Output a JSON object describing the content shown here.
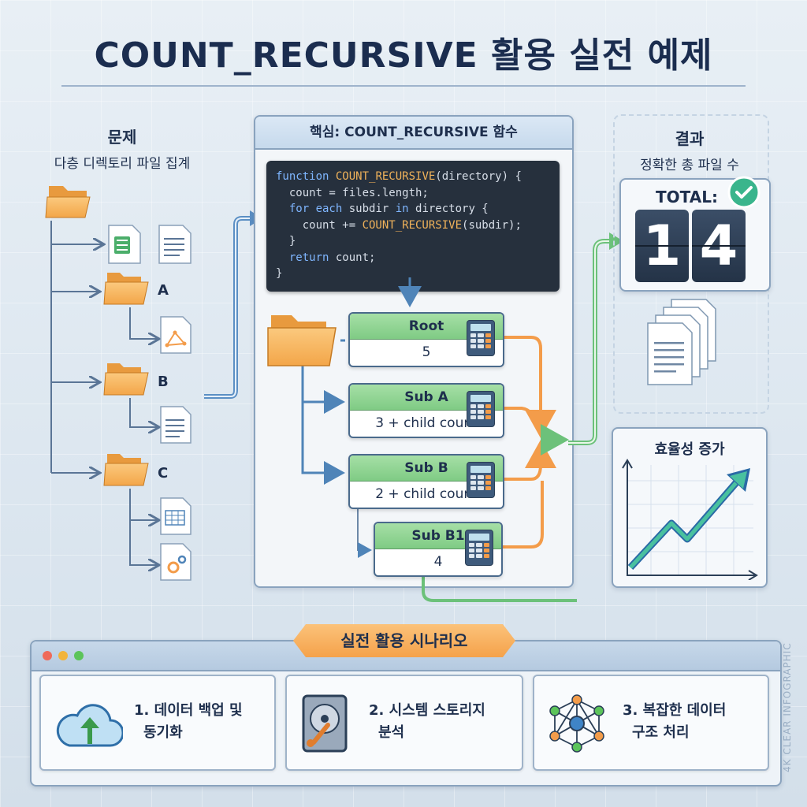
{
  "title": "COUNT_RECURSIVE 활용 실전 예제",
  "problem": {
    "heading": "문제",
    "subheading": "다층 디렉토리 파일 집계"
  },
  "tree": {
    "folders": [
      "A",
      "B",
      "C"
    ]
  },
  "core": {
    "heading": "핵심: COUNT_RECURSIVE 함수",
    "code": {
      "l1_kw": "function",
      "l1_fn": " COUNT_RECURSIVE",
      "l1_rest": "(directory) {",
      "l2": "  count = files.length;",
      "l3_kw": "  for each",
      "l3_mid": " subdir ",
      "l3_kw2": "in",
      "l3_rest": " directory {",
      "l4_pre": "    count += ",
      "l4_fn": "COUNT_RECURSIVE",
      "l4_rest": "(subdir);",
      "l5": "  }",
      "l6_kw": "  return",
      "l6_rest": " count;",
      "l7": "}"
    },
    "nodes": [
      {
        "name": "Root",
        "value": "5"
      },
      {
        "name": "Sub A",
        "value": "3 + child count"
      },
      {
        "name": "Sub B",
        "value": "2 + child count"
      },
      {
        "name": "Sub B1",
        "value": "4"
      }
    ]
  },
  "result": {
    "heading": "결과",
    "subheading": "정확한 총 파일 수",
    "total_label": "TOTAL:",
    "digits": [
      "1",
      "4"
    ]
  },
  "efficiency": {
    "label": "효율성 증가"
  },
  "scenarios": {
    "banner": "실전 활용 시나리오",
    "items": [
      {
        "line1": "1. 데이터 백업 및",
        "line2": "동기화",
        "icon": "cloud-upload-icon"
      },
      {
        "line1": "2. 시스템 스토리지",
        "line2": "분석",
        "icon": "hard-drive-icon"
      },
      {
        "line1": "3. 복잡한 데이터",
        "line2": "구조 처리",
        "icon": "network-icon"
      }
    ]
  },
  "watermark": "4K CLEAR INFOGRAPHIC",
  "colors": {
    "orange": "#f5a24a",
    "green": "#7fcb84",
    "blue": "#4f84b8",
    "navy": "#1b2d4f"
  }
}
